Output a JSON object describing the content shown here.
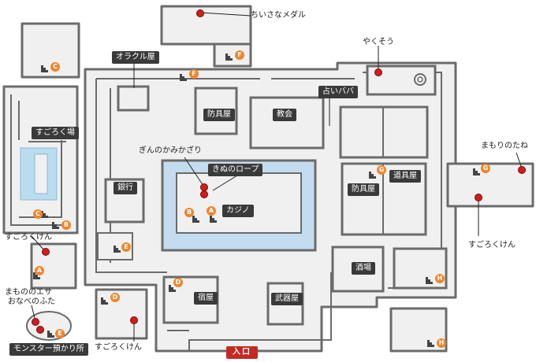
{
  "labels": {
    "chiisana_medal": "ちいさなメダル",
    "yakusou": "やくそう",
    "oracle": "オラクル屋",
    "uranai": "占いババ",
    "bougu_top": "防具屋",
    "kyoukai": "教会",
    "sugoroku_ba": "すごろく場",
    "ginnokami": "ぎんのかみかざり",
    "kinu_rope": "きぬのロープ",
    "ginkou": "銀行",
    "casino": "カジノ",
    "bougu_right": "防具屋",
    "dougu": "道具屋",
    "mamori_tane": "まもりのたね",
    "sugoroku_ken_left": "すごろくけん",
    "sugoroku_ken_right": "すごろくけん",
    "sakaba": "酒場",
    "mamono_esa_1": "まもののエサ",
    "mamono_esa_2": "おなべのふた",
    "yadoya": "宿屋",
    "buki": "武器屋",
    "sugoroku_ken_bottom": "すごろくけん",
    "monster": "モンスター預かり所",
    "entrance": "入口"
  },
  "markers": {
    "A": "A",
    "B": "B",
    "C": "C",
    "D": "D",
    "E": "E",
    "F": "F",
    "G": "G",
    "H": "H"
  },
  "colors": {
    "wall": "#6b6b6b",
    "floor": "#f0f0f0",
    "casino_floor": "#c4dcef",
    "water": "#b9dcef",
    "marker": "#f0862a",
    "item": "#d21c1c",
    "label_bg": "#3a3a3a",
    "entrance_bg": "#c42a22"
  }
}
